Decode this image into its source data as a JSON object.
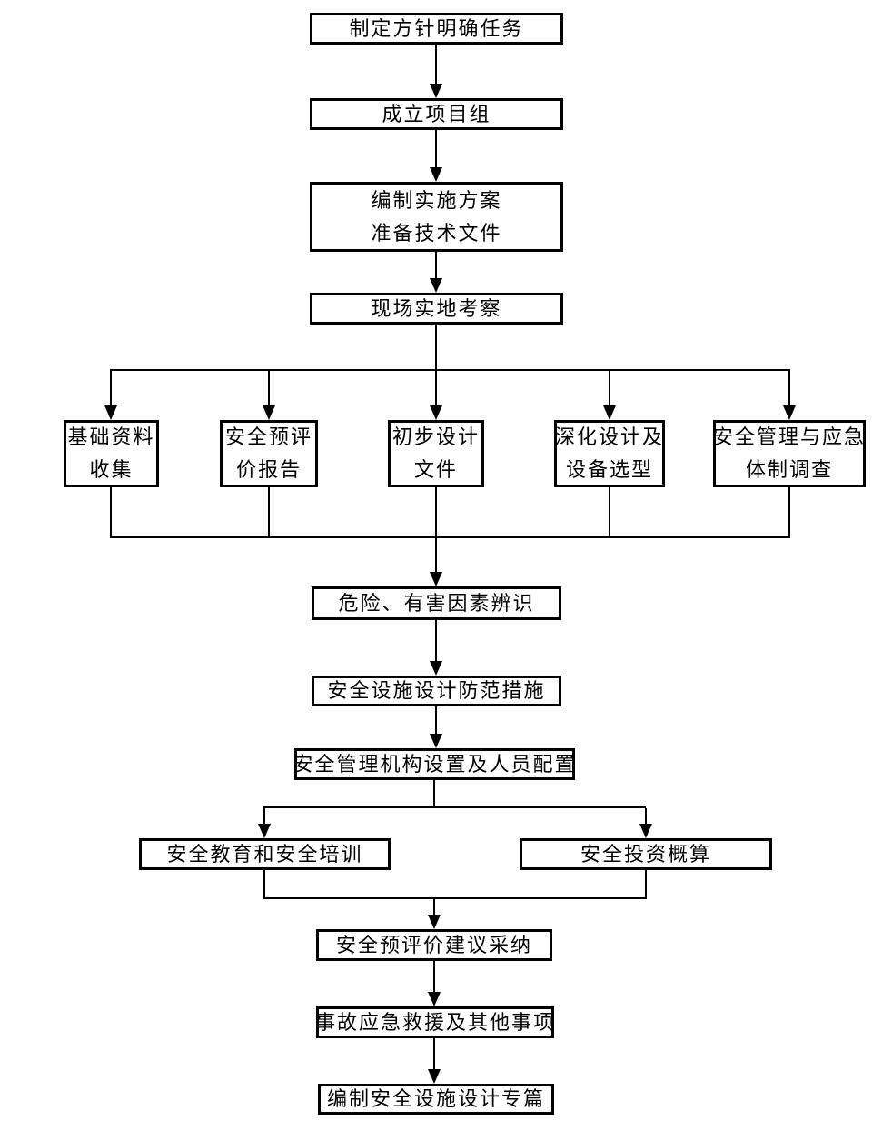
{
  "colors": {
    "line": "#000000",
    "background": "#ffffff",
    "text": "#000000"
  },
  "diagram": {
    "type": "flowchart",
    "nodes": {
      "n1": {
        "label": "制定方针明确任务"
      },
      "n2": {
        "label": "成立项目组"
      },
      "n3": {
        "lines": [
          "编制实施方案",
          "准备技术文件"
        ]
      },
      "n4": {
        "label": "现场实地考察"
      },
      "b1": {
        "lines": [
          "基础资料",
          "收集"
        ]
      },
      "b2": {
        "lines": [
          "安全预评",
          "价报告"
        ]
      },
      "b3": {
        "lines": [
          "初步设计",
          "文件"
        ]
      },
      "b4": {
        "lines": [
          "深化设计及",
          "设备选型"
        ]
      },
      "b5": {
        "lines": [
          "安全管理与应急",
          "体制调查"
        ]
      },
      "n5": {
        "label": "危险、有害因素辨识"
      },
      "n6": {
        "label": "安全设施设计防范措施"
      },
      "n7": {
        "label": "安全管理机构设置及人员配置"
      },
      "p1": {
        "label": "安全教育和安全培训"
      },
      "p2": {
        "label": "安全投资概算"
      },
      "n8": {
        "label": "安全预评价建议采纳"
      },
      "n9": {
        "label": "事故应急救援及其他事项"
      },
      "n10": {
        "label": "编制安全设施设计专篇"
      }
    },
    "edges": [
      [
        "n1",
        "n2"
      ],
      [
        "n2",
        "n3"
      ],
      [
        "n3",
        "n4"
      ],
      [
        "n4",
        "b1"
      ],
      [
        "n4",
        "b2"
      ],
      [
        "n4",
        "b3"
      ],
      [
        "n4",
        "b4"
      ],
      [
        "n4",
        "b5"
      ],
      [
        "b1",
        "n5"
      ],
      [
        "b2",
        "n5"
      ],
      [
        "b3",
        "n5"
      ],
      [
        "b4",
        "n5"
      ],
      [
        "b5",
        "n5"
      ],
      [
        "n5",
        "n6"
      ],
      [
        "n6",
        "n7"
      ],
      [
        "n7",
        "p1"
      ],
      [
        "n7",
        "p2"
      ],
      [
        "p1",
        "n8"
      ],
      [
        "p2",
        "n8"
      ],
      [
        "n8",
        "n9"
      ],
      [
        "n9",
        "n10"
      ]
    ]
  }
}
